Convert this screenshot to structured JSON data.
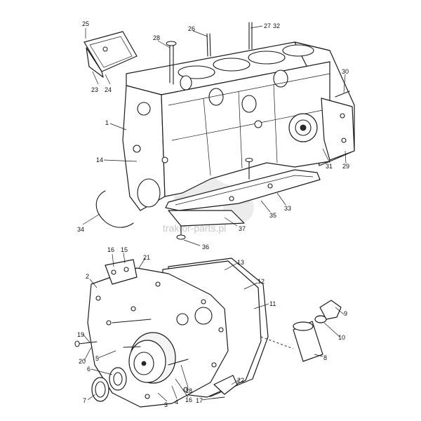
{
  "watermark": {
    "text": "traktor-parts.pl"
  },
  "callouts": [
    {
      "id": "25",
      "label": "25"
    },
    {
      "id": "28",
      "label": "28"
    },
    {
      "id": "26",
      "label": "26"
    },
    {
      "id": "27",
      "label": "27"
    },
    {
      "id": "32",
      "label": "32"
    },
    {
      "id": "23",
      "label": "23"
    },
    {
      "id": "24",
      "label": "24"
    },
    {
      "id": "30",
      "label": "30"
    },
    {
      "id": "1",
      "label": "1"
    },
    {
      "id": "14",
      "label": "14"
    },
    {
      "id": "31",
      "label": "31"
    },
    {
      "id": "29",
      "label": "29"
    },
    {
      "id": "34",
      "label": "34"
    },
    {
      "id": "37",
      "label": "37"
    },
    {
      "id": "35",
      "label": "35"
    },
    {
      "id": "33",
      "label": "33"
    },
    {
      "id": "36",
      "label": "36"
    },
    {
      "id": "16a",
      "label": "16"
    },
    {
      "id": "15",
      "label": "15"
    },
    {
      "id": "21",
      "label": "21"
    },
    {
      "id": "13",
      "label": "13"
    },
    {
      "id": "2",
      "label": "2"
    },
    {
      "id": "12",
      "label": "12"
    },
    {
      "id": "11",
      "label": "11"
    },
    {
      "id": "9",
      "label": "9"
    },
    {
      "id": "10",
      "label": "10"
    },
    {
      "id": "19",
      "label": "19"
    },
    {
      "id": "8",
      "label": "8"
    },
    {
      "id": "20",
      "label": "20"
    },
    {
      "id": "5",
      "label": "5"
    },
    {
      "id": "6",
      "label": "6"
    },
    {
      "id": "7",
      "label": "7"
    },
    {
      "id": "18",
      "label": "18"
    },
    {
      "id": "22",
      "label": "22"
    },
    {
      "id": "3",
      "label": "3"
    },
    {
      "id": "4",
      "label": "4"
    },
    {
      "id": "16b",
      "label": "16"
    },
    {
      "id": "17",
      "label": "17"
    }
  ]
}
